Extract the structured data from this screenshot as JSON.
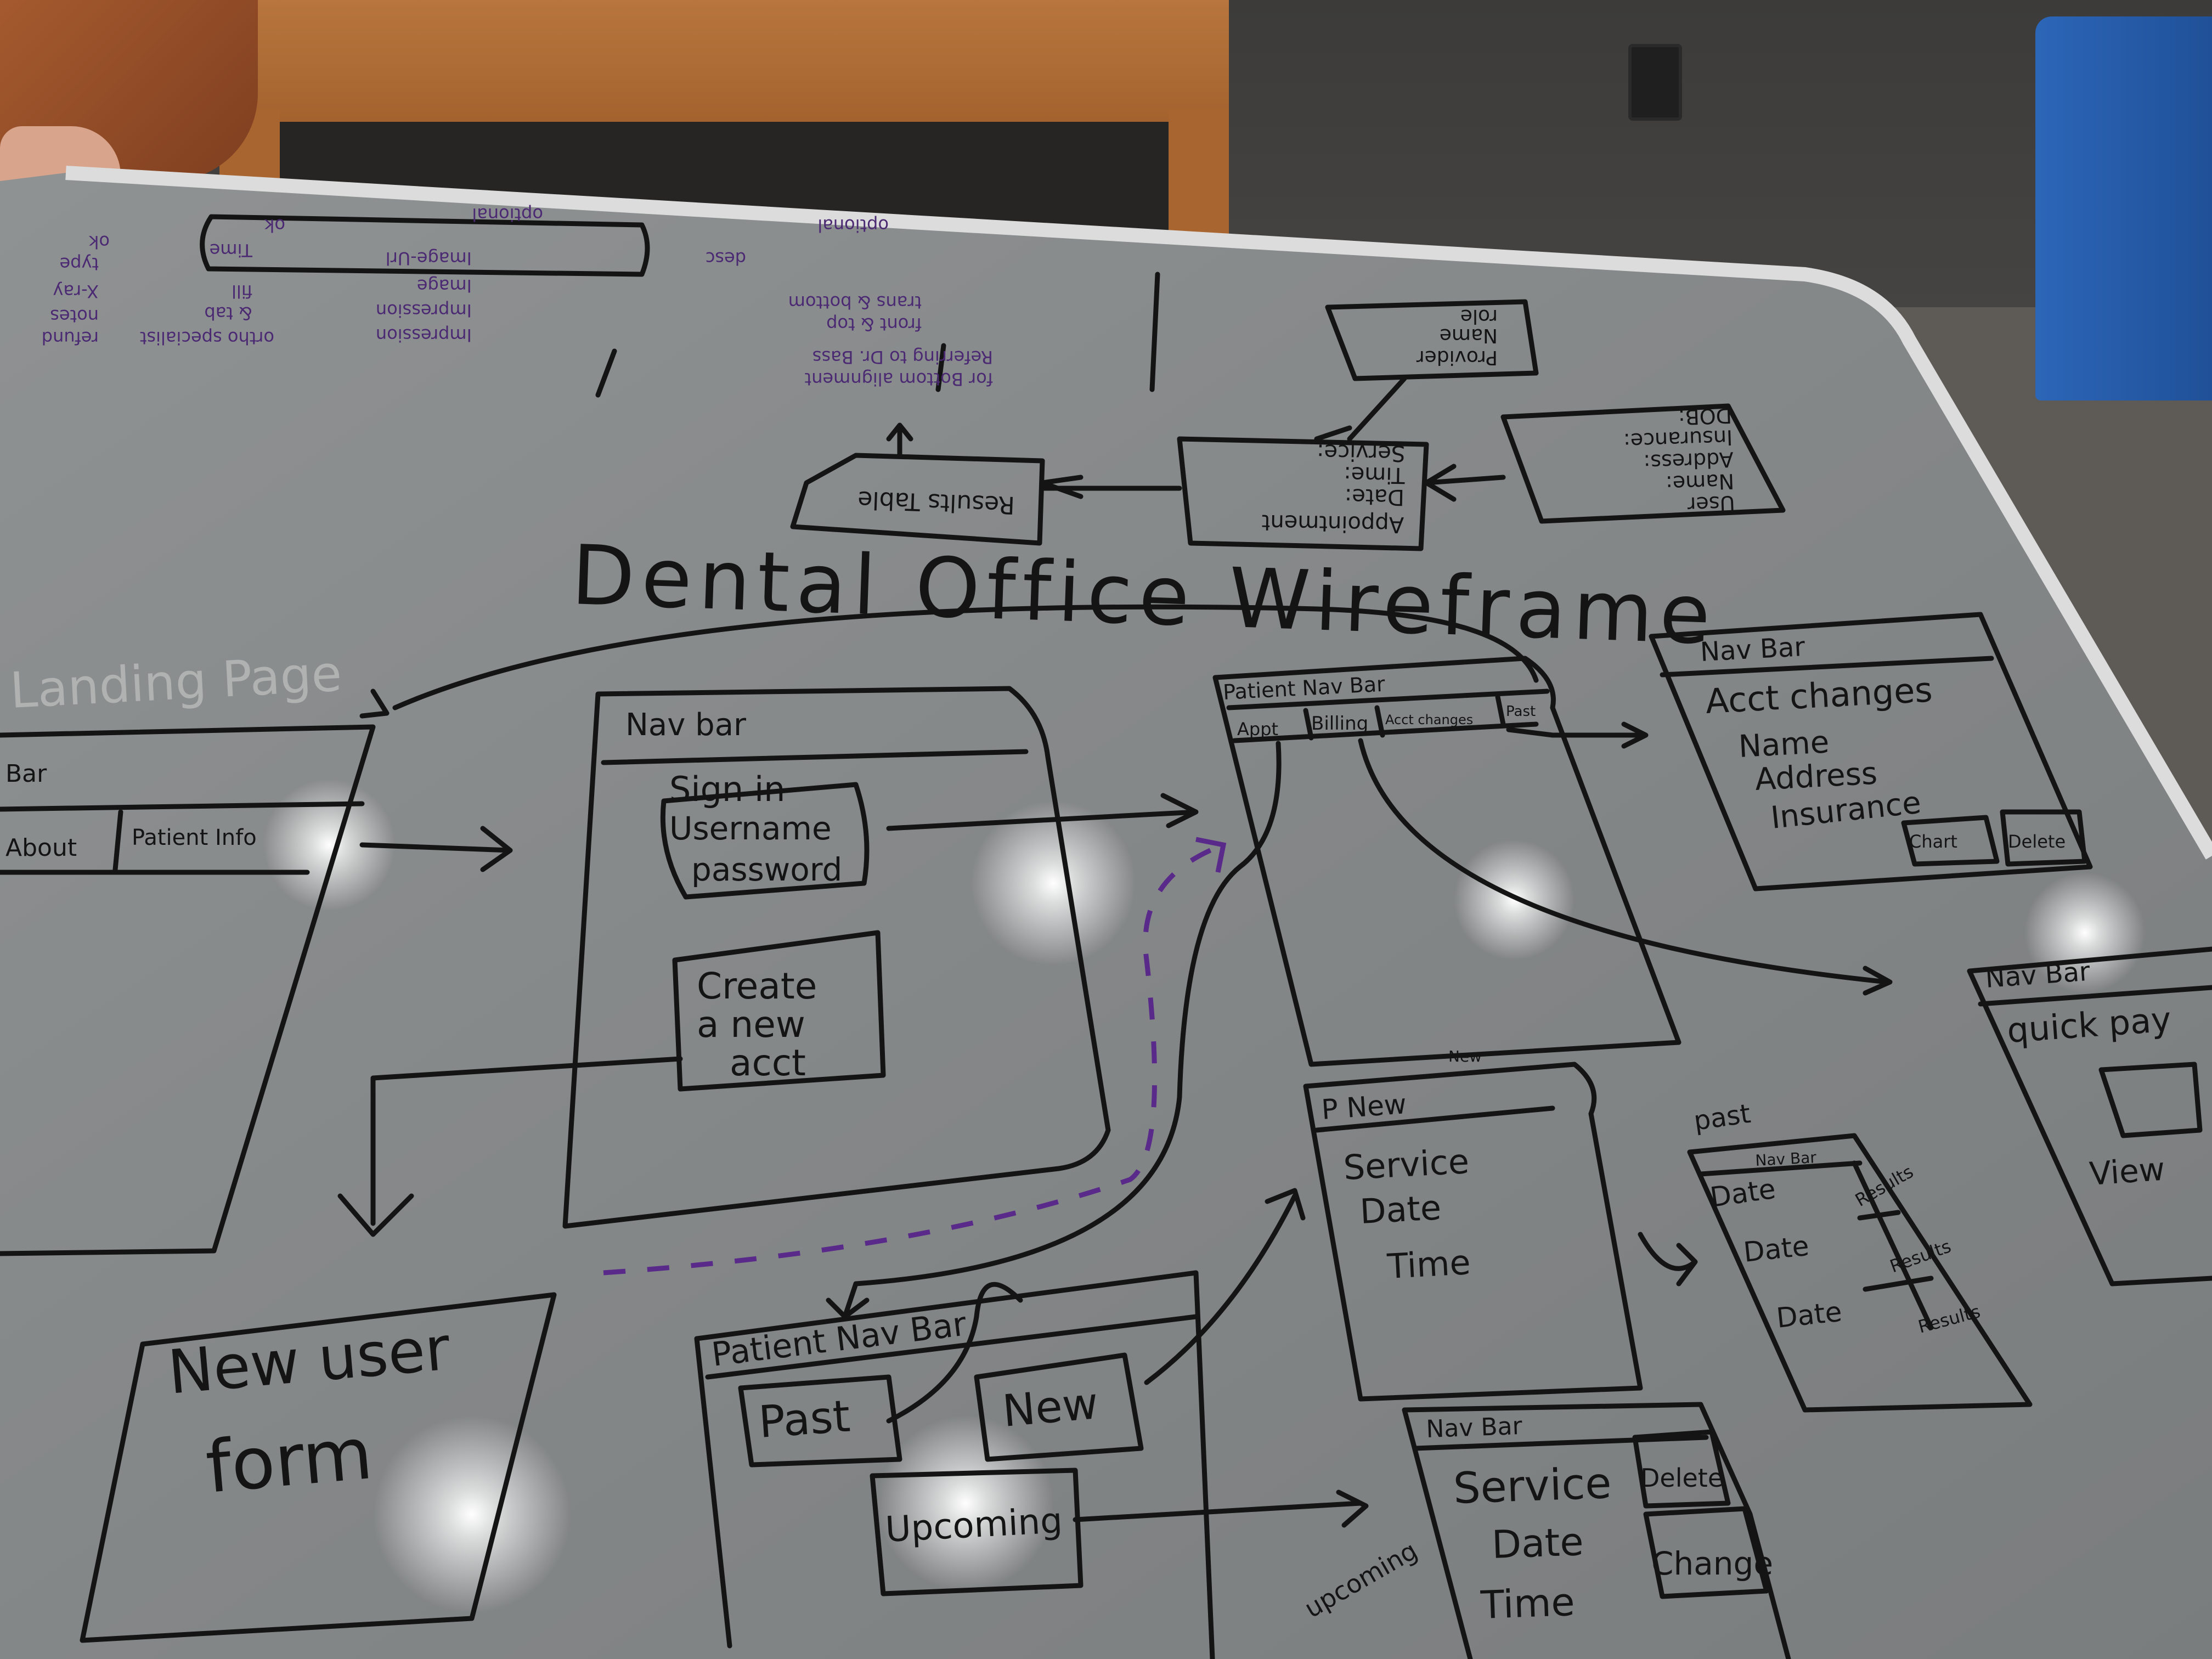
{
  "title": "Dental Office Wireframe",
  "erd": {
    "results": "Results Table",
    "appointment": [
      "Appointment",
      "Date:",
      "Time:",
      "Service:"
    ],
    "user": [
      "User",
      "Name:",
      "Address:",
      "Insurance:",
      "DOB:"
    ],
    "provider": [
      "Provider",
      "Name",
      "role"
    ]
  },
  "notes": {
    "note_box": [
      "for Bottom alignment",
      "Referring to Dr. Bass"
    ],
    "lines": [
      "front & top",
      "trans & bottom"
    ],
    "col_type": [
      "ok",
      "type",
      "X-ray",
      "notes",
      "refund",
      "ortho specialist"
    ],
    "col_time": [
      "ok",
      "Time",
      "fill",
      "& tab"
    ],
    "col_image": [
      "Image-Url",
      "Image",
      "Impression",
      "Impression"
    ],
    "desc": "desc",
    "optional_1": "optional",
    "optional_2": "optional"
  },
  "landing": {
    "title": "Landing Page",
    "nav": "Bar",
    "about": "About",
    "patient_info": "Patient Info"
  },
  "signin": {
    "nav": "Nav bar",
    "lines": [
      "Sign in",
      "Username",
      "password"
    ],
    "create": [
      "Create",
      "a new",
      "acct"
    ]
  },
  "new_user_form": [
    "New user",
    "form"
  ],
  "patient_nav": {
    "title": "Patient Nav Bar",
    "tabs": [
      "Appt",
      "Billing",
      "Acct changes",
      "Past"
    ]
  },
  "acct_changes": {
    "nav": "Nav Bar",
    "heading": "Acct changes",
    "fields": [
      "Name",
      "Address",
      "Insurance"
    ],
    "buttons": [
      "Chart",
      "Delete"
    ]
  },
  "quick_pay": {
    "nav": "Nav Bar",
    "heading": "quick pay",
    "view": "View"
  },
  "patient_nav2": {
    "title": "Patient Nav Bar",
    "buttons": [
      "Past",
      "New",
      "Upcoming"
    ]
  },
  "p_new": {
    "title": "P New",
    "tag": "New",
    "fields": [
      "Service",
      "Date",
      "Time"
    ]
  },
  "past": {
    "label": "past",
    "nav": "Nav Bar",
    "rows": [
      "Date",
      "Date",
      "Date"
    ],
    "results": [
      "Results",
      "Results",
      "Results"
    ]
  },
  "upcoming": {
    "nav": "Nav Bar",
    "fields": [
      "Service",
      "Date",
      "Time"
    ],
    "buttons": [
      "Delete",
      "Change"
    ],
    "label": "upcoming"
  }
}
